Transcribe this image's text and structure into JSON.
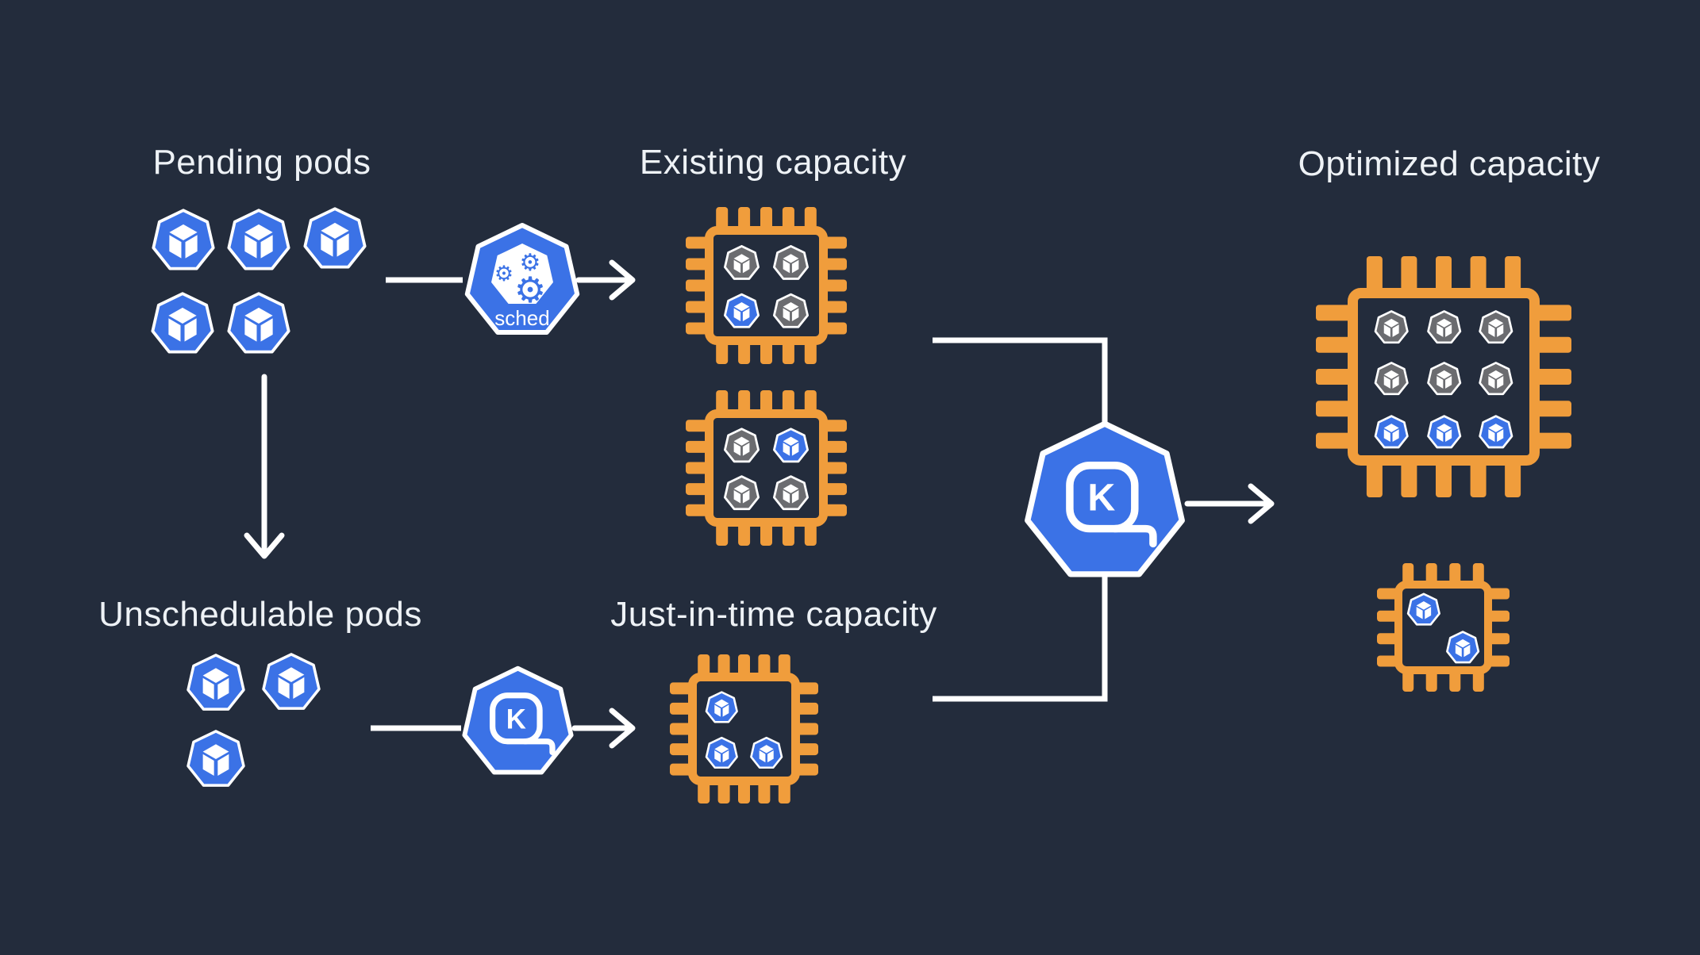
{
  "background": "#232C3C",
  "palette": {
    "orange": "#F09D3C",
    "blue": "#3B72E6",
    "gray": "#6B6C70",
    "white": "#FFFFFF",
    "text": "#EEF2F6"
  },
  "nodes": {
    "pending": {
      "label": "Pending pods",
      "pods": [
        "blue",
        "blue",
        "blue",
        "blue",
        "blue"
      ]
    },
    "unschedulable": {
      "label": "Unschedulable pods",
      "pods": [
        "blue",
        "blue",
        "blue"
      ]
    },
    "scheduler": {
      "label": "sched",
      "gear_glyph": "⚙"
    },
    "karpenter": {
      "letter": "K"
    },
    "karpenter_small": {
      "letter": "K"
    },
    "existing": {
      "label": "Existing capacity",
      "chips": [
        {
          "pods": [
            [
              "gray",
              "gray"
            ],
            [
              "blue",
              "gray"
            ]
          ]
        },
        {
          "pods": [
            [
              "gray",
              "blue"
            ],
            [
              "gray",
              "gray"
            ]
          ]
        }
      ]
    },
    "jit": {
      "label": "Just-in-time capacity",
      "chips": [
        {
          "pods": [
            [
              "blue",
              null
            ],
            [
              "blue",
              "blue"
            ]
          ]
        }
      ]
    },
    "optimized": {
      "label": "Optimized capacity",
      "chips": [
        {
          "pods": [
            [
              "gray",
              "gray",
              "gray"
            ],
            [
              "gray",
              "gray",
              "gray"
            ],
            [
              "blue",
              "blue",
              "blue"
            ]
          ]
        },
        {
          "pods": [
            [
              "blue",
              null
            ],
            [
              null,
              "blue"
            ]
          ]
        }
      ]
    }
  }
}
